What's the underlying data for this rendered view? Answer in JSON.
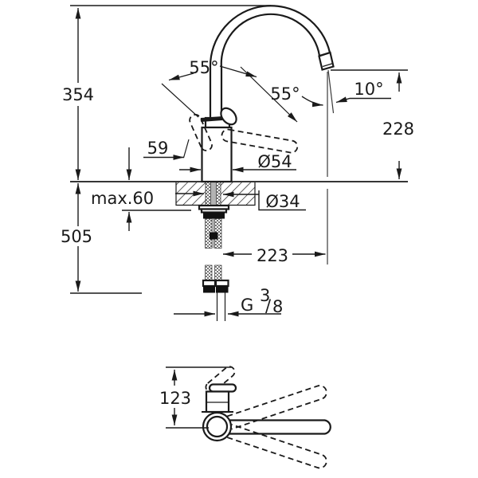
{
  "drawing": {
    "type": "technical-dimension-diagram",
    "subject": "single-lever kitchen faucet, front view with mounting section and plan view",
    "colors": {
      "line": "#1a1a1a",
      "background": "#ffffff"
    },
    "dimensions": {
      "height_overall": "354",
      "hose_length": "505",
      "deck_thickness": "max.60",
      "handle_reach": "59",
      "body_diameter": "Ø54",
      "hole_diameter": "Ø34",
      "spout_height": "228",
      "aerator_angle": "10°",
      "handle_angle": "55°",
      "swivel_angle": "55°",
      "spout_reach": "223",
      "base_height": "123",
      "thread": {
        "g": "G",
        "sup": "3",
        "slash": "/",
        "sub": "8"
      }
    }
  }
}
